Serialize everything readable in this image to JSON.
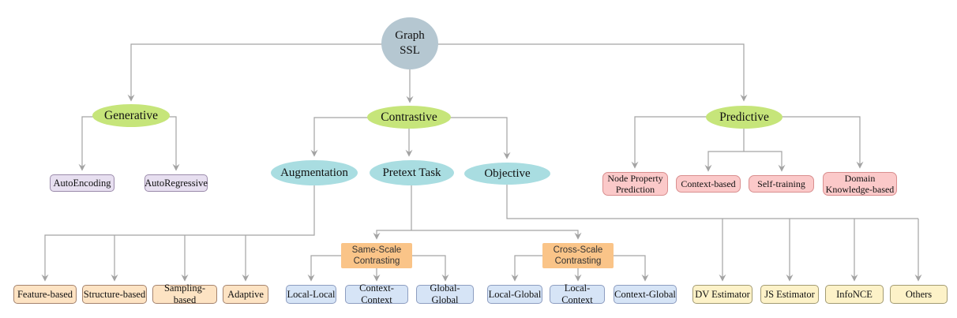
{
  "diagram_title": "Graph SSL taxonomy",
  "nodes": {
    "root": "Graph\nSSL",
    "generative": "Generative",
    "contrastive": "Contrastive",
    "predictive": "Predictive",
    "autoencoding": "AutoEncoding",
    "autoregressive": "AutoRegressive",
    "augmentation": "Augmentation",
    "pretext_task": "Pretext Task",
    "objective": "Objective",
    "node_property_prediction": "Node Property Prediction",
    "context_based": "Context-based",
    "self_training": "Self-training",
    "domain_knowledge_based": "Domain Knowledge-based",
    "feature_based": "Feature-based",
    "structure_based": "Structure-based",
    "sampling_based": "Sampling-based",
    "adaptive": "Adaptive",
    "same_scale_contrasting": "Same-Scale Contrasting",
    "cross_scale_contrasting": "Cross-Scale Contrasting",
    "local_local": "Local-Local",
    "context_context": "Context-Context",
    "global_global": "Global-Global",
    "local_global": "Local-Global",
    "local_context": "Local-Context",
    "context_global": "Context-Global",
    "dv_estimator": "DV Estimator",
    "js_estimator": "JS Estimator",
    "infonce": "InfoNCE",
    "others": "Others"
  },
  "hierarchy": {
    "Graph SSL": [
      "Generative",
      "Contrastive",
      "Predictive"
    ],
    "Generative": [
      "AutoEncoding",
      "AutoRegressive"
    ],
    "Contrastive": [
      "Augmentation",
      "Pretext Task",
      "Objective"
    ],
    "Predictive": [
      "Node Property Prediction",
      "Context-based",
      "Self-training",
      "Domain Knowledge-based"
    ],
    "Augmentation": [
      "Feature-based",
      "Structure-based",
      "Sampling-based",
      "Adaptive"
    ],
    "Pretext Task": [
      "Same-Scale Contrasting",
      "Cross-Scale Contrasting"
    ],
    "Same-Scale Contrasting": [
      "Local-Local",
      "Context-Context",
      "Global-Global"
    ],
    "Cross-Scale Contrasting": [
      "Local-Global",
      "Local-Context",
      "Context-Global"
    ],
    "Objective": [
      "DV Estimator",
      "JS Estimator",
      "InfoNCE",
      "Others"
    ]
  },
  "colors": {
    "root_node": "#b5c7d1",
    "category_green": "#c6e57a",
    "contrastive_teal": "#a9dde1",
    "generative_leaf_lavender": "#e7dff0",
    "predictive_leaf_pink": "#fbc9c9",
    "augmentation_leaf_peach": "#fde3c3",
    "scale_orange": "#fac488",
    "scale_leaf_blue": "#d6e4f6",
    "objective_leaf_yellow": "#fdf2c8",
    "connector_gray": "#a3a3a3"
  }
}
